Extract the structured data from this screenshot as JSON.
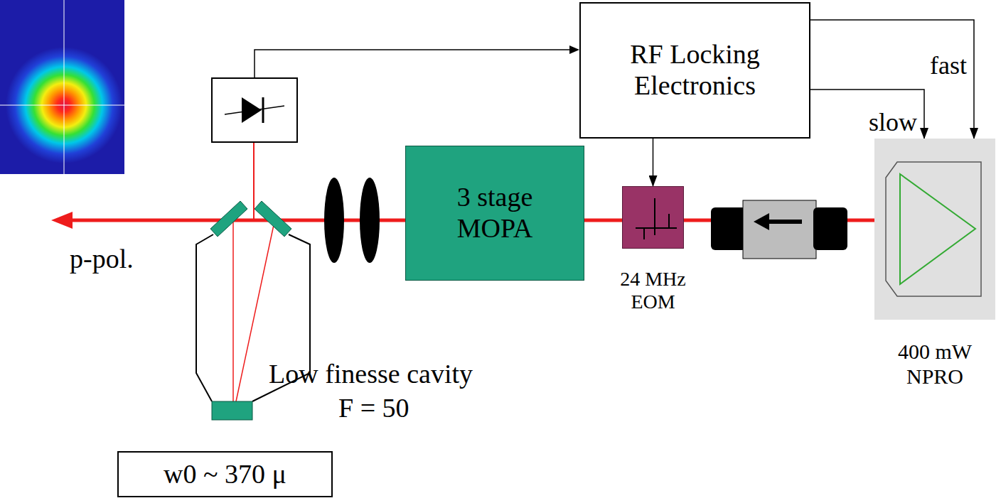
{
  "diagram": {
    "nodes": [
      {
        "text": [
          "RF Locking Electronics"
        ]
      },
      {
        "text": [
          "3 stage MOPA"
        ]
      },
      {
        "text": [
          "24 MHz EOM"
        ]
      },
      {
        "text": [
          "400 mW NPRO"
        ]
      },
      {
        "text": [
          "w0 ~ 370 μ"
        ]
      }
    ],
    "edges": [
      {
        "from": 0,
        "to": 2,
        "arrow": "to"
      },
      {
        "from": 0,
        "to": 3,
        "label": "fast",
        "arrow": "to"
      },
      {
        "from": 0,
        "to": 3,
        "label": "slow",
        "arrow": "to"
      }
    ],
    "labels": [
      "p-pol.",
      "Low finesse cavity",
      "F = 50"
    ]
  }
}
